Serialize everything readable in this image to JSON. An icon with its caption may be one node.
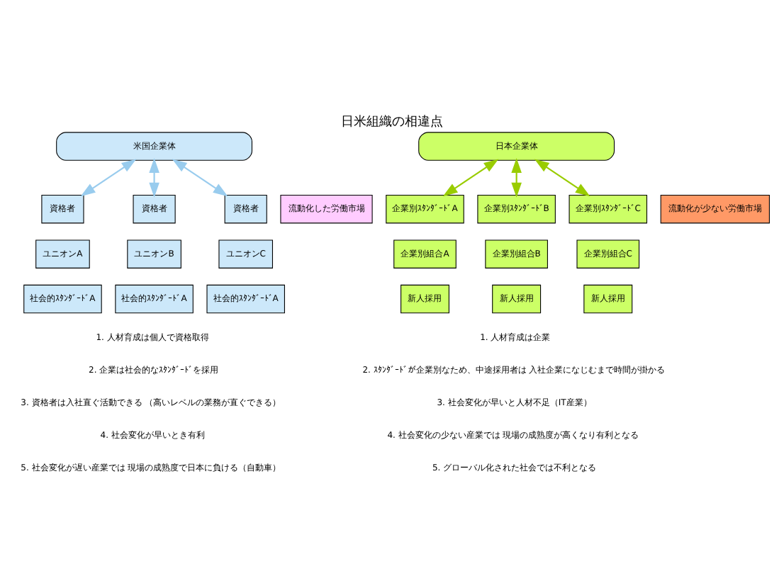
{
  "diagram": {
    "title": "日米組織の相違点",
    "nodes": [
      {
        "text": [
          "米国企業体"
        ]
      },
      {
        "text": [
          "資格者"
        ]
      },
      {
        "text": [
          "資格者"
        ]
      },
      {
        "text": [
          "資格者"
        ]
      },
      {
        "text": [
          "ユニオンA"
        ]
      },
      {
        "text": [
          "ユニオンB"
        ]
      },
      {
        "text": [
          "ユニオンC"
        ]
      },
      {
        "text": [
          "社会的ｽﾀﾝﾀﾞｰﾄﾞA"
        ]
      },
      {
        "text": [
          "社会的ｽﾀﾝﾀﾞｰﾄﾞA"
        ]
      },
      {
        "text": [
          "社会的ｽﾀﾝﾀﾞｰﾄﾞA"
        ]
      },
      {
        "text": [
          "流動化した労働市場"
        ]
      },
      {
        "text": [
          "日本企業体"
        ]
      },
      {
        "text": [
          "企業別ｽﾀﾝﾀﾞｰﾄﾞA"
        ]
      },
      {
        "text": [
          "企業別ｽﾀﾝﾀﾞｰﾄﾞB"
        ]
      },
      {
        "text": [
          "企業別ｽﾀﾝﾀﾞｰﾄﾞC"
        ]
      },
      {
        "text": [
          "企業別組合A"
        ]
      },
      {
        "text": [
          "企業別組合B"
        ]
      },
      {
        "text": [
          "企業別組合C"
        ]
      },
      {
        "text": [
          "新人採用"
        ]
      },
      {
        "text": [
          "新人採用"
        ]
      },
      {
        "text": [
          "新人採用"
        ]
      },
      {
        "text": [
          "流動化が少ない労働市場"
        ]
      }
    ],
    "edges": [
      {
        "from": 0,
        "to": 1,
        "arrow": "both",
        "color": "#99ccee"
      },
      {
        "from": 0,
        "to": 2,
        "arrow": "both",
        "color": "#99ccee"
      },
      {
        "from": 0,
        "to": 3,
        "arrow": "both",
        "color": "#99ccee"
      },
      {
        "from": 11,
        "to": 12,
        "arrow": "both",
        "color": "#99cc00"
      },
      {
        "from": 11,
        "to": 13,
        "arrow": "both",
        "color": "#99cc00"
      },
      {
        "from": 11,
        "to": 14,
        "arrow": "both",
        "color": "#99cc00"
      }
    ],
    "labels": [
      "1. 人材育成は個人で資格取得",
      "2. 企業は社会的なｽﾀﾝﾀﾞｰﾄﾞを採用",
      "3. 資格者は入社直ぐ活動できる （高いレベルの業務が直ぐできる）",
      "4. 社会変化が早いとき有利",
      "5. 社会変化が遅い産業では 現場の成熟度で日本に負ける（自動車）",
      "1. 人材育成は企業",
      "2. ｽﾀﾝﾀﾞｰﾄﾞが企業別なため、中途採用者は 入社企業になじむまで時間が掛かる",
      "3. 社会変化が早いと人材不足（IT産業）",
      "4. 社会変化の少ない産業では 現場の成熟度が高くなり有利となる",
      "5. グローバル化された社会では不利となる"
    ]
  }
}
